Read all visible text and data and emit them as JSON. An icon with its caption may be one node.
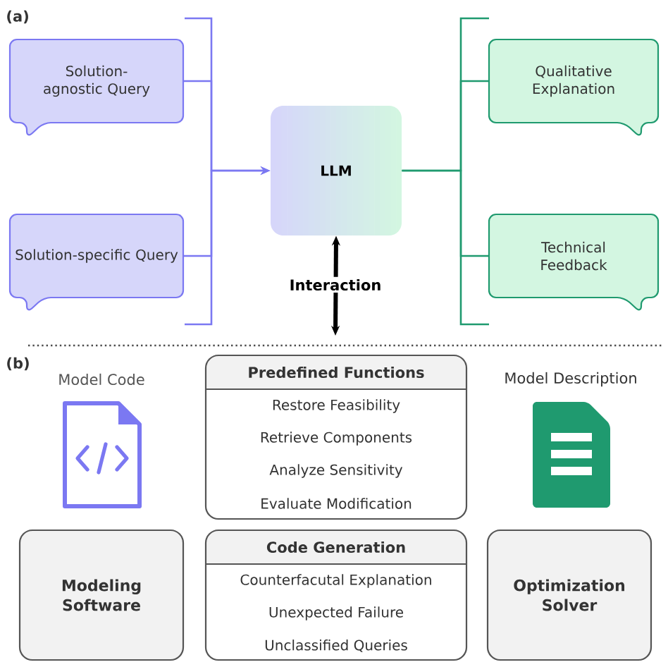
{
  "diagram": {
    "nodes": [
      {
        "text": [
          "Solution-agnostic Query"
        ]
      },
      {
        "text": [
          "Solution-specific Query"
        ]
      },
      {
        "text": [
          "LLM"
        ]
      },
      {
        "text": [
          "Qualitative Explanation"
        ]
      },
      {
        "text": [
          "Technical Feedback"
        ]
      },
      {
        "text": [
          "Predefined Functions",
          "Restore Feasibility",
          "Retrieve Components",
          "Analyze Sensitivity",
          "Evaluate Modification"
        ]
      },
      {
        "text": [
          "Modeling Software"
        ]
      },
      {
        "text": [
          "Code Generation",
          "Counterfacutal Explanation",
          "Unexpected Failure",
          "Unclassified Queries"
        ]
      },
      {
        "text": [
          "Optimization Solver"
        ]
      }
    ],
    "edges": [
      {
        "from": 0,
        "to": 2,
        "arrow": "to",
        "color": "#7b78f2"
      },
      {
        "from": 1,
        "to": 2,
        "arrow": "to",
        "color": "#7b78f2"
      },
      {
        "from": 2,
        "to": 3,
        "arrow": "none",
        "color": "#1f9a6f"
      },
      {
        "from": 2,
        "to": 4,
        "arrow": "none",
        "color": "#1f9a6f"
      },
      {
        "from": 2,
        "to": null,
        "arrow": "both",
        "label": "Interaction",
        "style": "thick",
        "color": "#000000"
      }
    ],
    "labels": [
      "(a)",
      "(b)",
      "Model Code",
      "Model Description"
    ]
  }
}
